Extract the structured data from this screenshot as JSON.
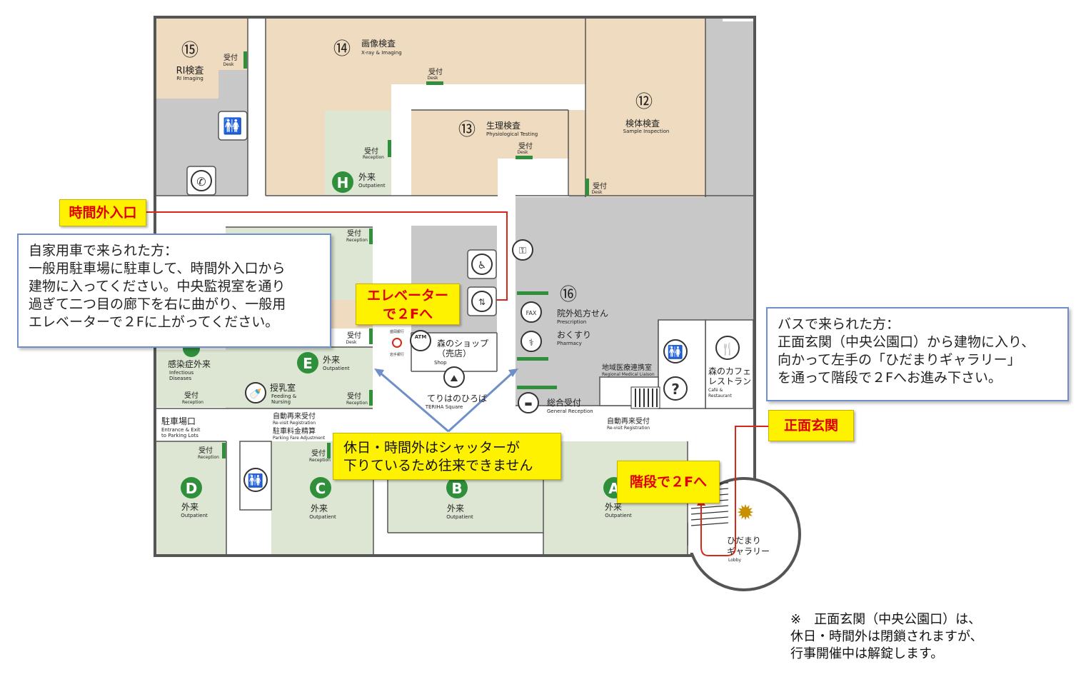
{
  "colors": {
    "tan": "#eedbc0",
    "green_area": "#dce6d2",
    "gray": "#c8c8c8",
    "corridor": "#ffffff",
    "wall": "#555555",
    "accent_green": "#2f8f3a",
    "route_red": "#d8261c",
    "callout_border": "#6f8fc8",
    "tag_yellow": "#fff200"
  },
  "rooms": {
    "r15": {
      "num": "⑮",
      "name": "RI検査",
      "en": "RI Imaging",
      "desk": "受付",
      "desk_en": "Desk"
    },
    "r14": {
      "num": "⑭",
      "name": "画像検査",
      "en": "X-ray & Imaging",
      "desk": "受付",
      "desk_en": "Desk"
    },
    "r13": {
      "num": "⑬",
      "name": "生理検査",
      "en": "Physiological Testing",
      "desk": "受付",
      "desk_en": "Desk"
    },
    "r12": {
      "num": "⑫",
      "name": "検体検査",
      "en": "Sample Inspection",
      "desk": "受付",
      "desk_en": "Desk"
    },
    "r16": {
      "num": "⑯",
      "name": "院外処方せん",
      "en": "Prescription",
      "name2": "おくすり",
      "en2": "Pharmacy"
    },
    "h": {
      "letter": "H",
      "name": "外来",
      "en": "Outpatient",
      "desk": "受付",
      "desk_en": "Reception"
    },
    "e": {
      "letter": "E",
      "name": "外来",
      "en": "Outpatient",
      "desk": "受付",
      "desk_en": "Reception"
    },
    "g": {
      "name": "感染症外来",
      "en1": "Infectious",
      "en2": "Diseases",
      "desk": "受付",
      "desk_en": "Reception"
    },
    "d": {
      "letter": "D",
      "name": "外来",
      "en": "Outpatient",
      "desk": "受付",
      "desk_en": "Reception"
    },
    "c": {
      "letter": "C",
      "name": "外来",
      "en": "Outpatient",
      "desk": "受付",
      "desk_en": "Reception"
    },
    "b": {
      "letter": "B",
      "name": "外来",
      "en": "Outpatient"
    },
    "a": {
      "letter": "A",
      "name": "外来",
      "en": "Outpatient"
    },
    "upper_left_desk": {
      "desk": "受付",
      "desk_en": "Reception"
    },
    "mid_left_desk": {
      "desk": "受付",
      "desk_en": "Desk"
    },
    "shop": {
      "name": "森のショップ",
      "name2": "（売店）",
      "en": "Shop"
    },
    "square": {
      "name": "てりはのひろば",
      "en": "TERIHA Square"
    },
    "feeding": {
      "name": "授乳室",
      "en1": "Feeding &",
      "en2": "Nursing"
    },
    "revisit1": {
      "name": "自動再来受付",
      "en": "Re-visit Registration"
    },
    "parking_fare": {
      "name": "駐車料金精算",
      "en": "Parking Fare Adjustment"
    },
    "parking_exit": {
      "name": "駐車場口",
      "en1": "Entrance & Exit",
      "en2": "to Parking Lots"
    },
    "general_reception": {
      "name": "総合受付",
      "en": "General Reception"
    },
    "medical_liaison": {
      "name": "地域医療連携室",
      "en": "Regional Medical Liaison"
    },
    "revisit2": {
      "name": "自動再来受付",
      "en": "Re-visit Registration"
    },
    "cafe": {
      "name1": "森のカフェ",
      "name2": "レストラン",
      "en1": "Café &",
      "en2": "Restaurant"
    },
    "gallery": {
      "name1": "ひだまり",
      "name2": "ギャラリー",
      "en": "Lobby"
    },
    "bank": {
      "name1": "盛岡銀行",
      "name2": "岩手銀行"
    },
    "atm": {
      "label": "ATM"
    },
    "fax": {
      "label": "FAX"
    }
  },
  "labels": {
    "after_hours_entrance": "時間外入口",
    "elevator_line1": "エレベーター",
    "elevator_line2": "で２Fへ",
    "stairs": "階段で２Fへ",
    "main_entrance": "正面玄関",
    "shutter_line1": "休日・時間外はシャッターが",
    "shutter_line2": "下りているため往来できません"
  },
  "callouts": {
    "car": {
      "lines": [
        "自家用車で来られた方：",
        "一般用駐車場に駐車して、時間外入口から",
        "建物に入ってください。中央監視室を通り",
        "過ぎて二つ目の廊下を右に曲がり、一般用",
        "エレベーターで２Fに上がってください。"
      ]
    },
    "bus": {
      "lines": [
        "バスで来られた方：",
        "正面玄関（中央公園口）から建物に入り、",
        "向かって左手の「ひだまりギャラリー」",
        "を通って階段で２Fへお進み下さい。"
      ]
    }
  },
  "footnote": {
    "lines": [
      "※　正面玄関（中央公園口）は、",
      "休日・時間外は閉鎖されますが、",
      "行事開催中は解錠します。"
    ]
  }
}
